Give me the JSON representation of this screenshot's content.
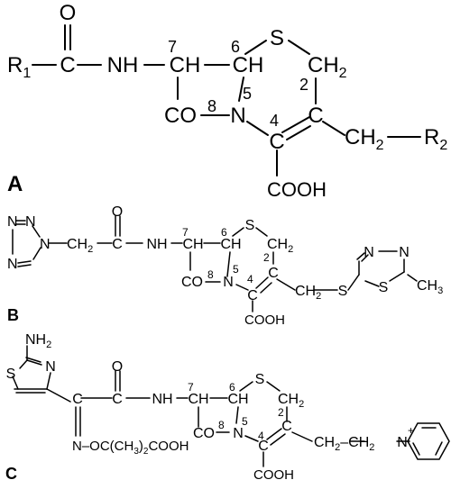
{
  "panels": {
    "A": {
      "panel_label": "A",
      "atoms": {
        "o_top": "O",
        "r1": "R",
        "r1_sub": "1",
        "c_carbonyl": "C",
        "nh": "NH",
        "ch7": "CH",
        "ch6": "CH",
        "s": "S",
        "ch2_ring": "CH",
        "ch2_ring_sub": "2",
        "co": "CO",
        "n": "N",
        "c4": "C",
        "c3": "C",
        "ch2_side": "CH",
        "ch2_side_sub": "2",
        "r2": "R",
        "r2_sub": "2",
        "cooh": "COOH"
      },
      "numbers": {
        "n7": "7",
        "n6": "6",
        "n8": "8",
        "n5": "5",
        "n2": "2",
        "n4": "4"
      }
    },
    "B": {
      "panel_label": "B",
      "atoms": {
        "tz_n1": "N",
        "tz_n2": "N",
        "tz_n3": "N",
        "tz_n4": "N",
        "ch2_link": "CH",
        "ch2_link_sub": "2",
        "o_top": "O",
        "c_carbonyl": "C",
        "nh": "NH",
        "ch7": "CH",
        "ch6": "CH",
        "s": "S",
        "ch2_ring": "CH",
        "ch2_ring_sub": "2",
        "co": "CO",
        "n": "N",
        "c4": "C",
        "c3": "C",
        "ch2_side": "CH",
        "ch2_side_sub": "2",
        "s_link": "S",
        "td_n1": "N",
        "td_n2": "N",
        "td_s": "S",
        "ch3": "CH",
        "ch3_sub": "3",
        "cooh": "COOH"
      },
      "numbers": {
        "n7": "7",
        "n6": "6",
        "n8": "8",
        "n5": "5",
        "n2": "2",
        "n4": "4"
      }
    },
    "C": {
      "panel_label": "C",
      "atoms": {
        "nh2": "NH",
        "nh2_sub": "2",
        "th_s": "S",
        "th_n": "N",
        "c_oxime": "C",
        "o_top": "O",
        "c_carbonyl": "C",
        "nh": "NH",
        "ch7": "CH",
        "ch6": "CH",
        "s": "S",
        "ch2_ring": "CH",
        "ch2_ring_sub": "2",
        "oxime": "N–OC(CH",
        "oxime_sub": "3",
        "oxime_mid": ")",
        "oxime_sub2": "2",
        "oxime_end": "COOH",
        "co": "CO",
        "n": "N",
        "c4": "C",
        "c3": "C",
        "side": "CH",
        "side_sub": "2",
        "side_mid": "CH",
        "side_sub2": "2",
        "pyr_n": "N",
        "plus": "+",
        "cooh": "COOH"
      },
      "numbers": {
        "n7": "7",
        "n6": "6",
        "n8": "8",
        "n5": "5",
        "n2": "2",
        "n4": "4"
      }
    }
  }
}
